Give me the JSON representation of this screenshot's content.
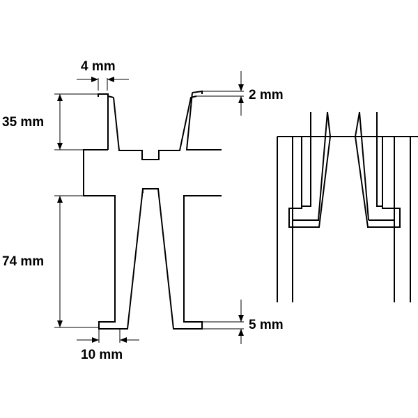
{
  "dimensions": {
    "top_gap": "4 mm",
    "top_lip": "2 mm",
    "upper_height": "35 mm",
    "lower_height": "74 mm",
    "bottom_lip": "5 mm",
    "bottom_gap": "10 mm"
  }
}
